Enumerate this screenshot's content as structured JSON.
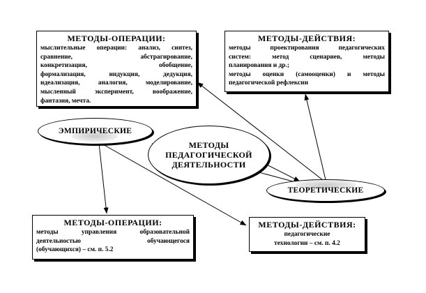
{
  "center": {
    "line1": "МЕТОДЫ",
    "line2": "ПЕДАГОГИЧЕСКОЙ",
    "line3": "ДЕЯТЕЛЬНОСТИ"
  },
  "empirical": {
    "label": "ЭМПИРИЧЕСКИЕ"
  },
  "theoretical": {
    "label": "ТЕОРЕТИЧЕСКИЕ"
  },
  "box_ops_theory": {
    "title": "МЕТОДЫ-ОПЕРАЦИИ:",
    "lines": [
      "мыслительные операции: анализ, синтез,",
      "сравнение, абстрагирование,",
      "конкретизация, обобщение,",
      "формализация, индукция, дедукция,",
      "идеализация, аналогия, моделирование,",
      "мысленный эксперимент, воображение,",
      "фантазия, мечта."
    ]
  },
  "box_actions_theory": {
    "title": "МЕТОДЫ-ДЕЙСТВИЯ:",
    "lines": [
      "методы проектирования педагогических",
      "систем: метод сценариев, методы",
      "планирования и др.;",
      "методы оценки (самооценки) и методы",
      "педагогической рефлексии"
    ]
  },
  "box_ops_empirical": {
    "title": "МЕТОДЫ-ОПЕРАЦИИ:",
    "lines": [
      "методы управления образовательной",
      "деятельностью обучающегося",
      "(обучающихся) – см. п. 5.2"
    ]
  },
  "box_actions_empirical": {
    "title": "МЕТОДЫ-ДЕЙСТВИЯ:",
    "lines": [
      "педагогические",
      "технологии – см. п. 4.2"
    ]
  }
}
